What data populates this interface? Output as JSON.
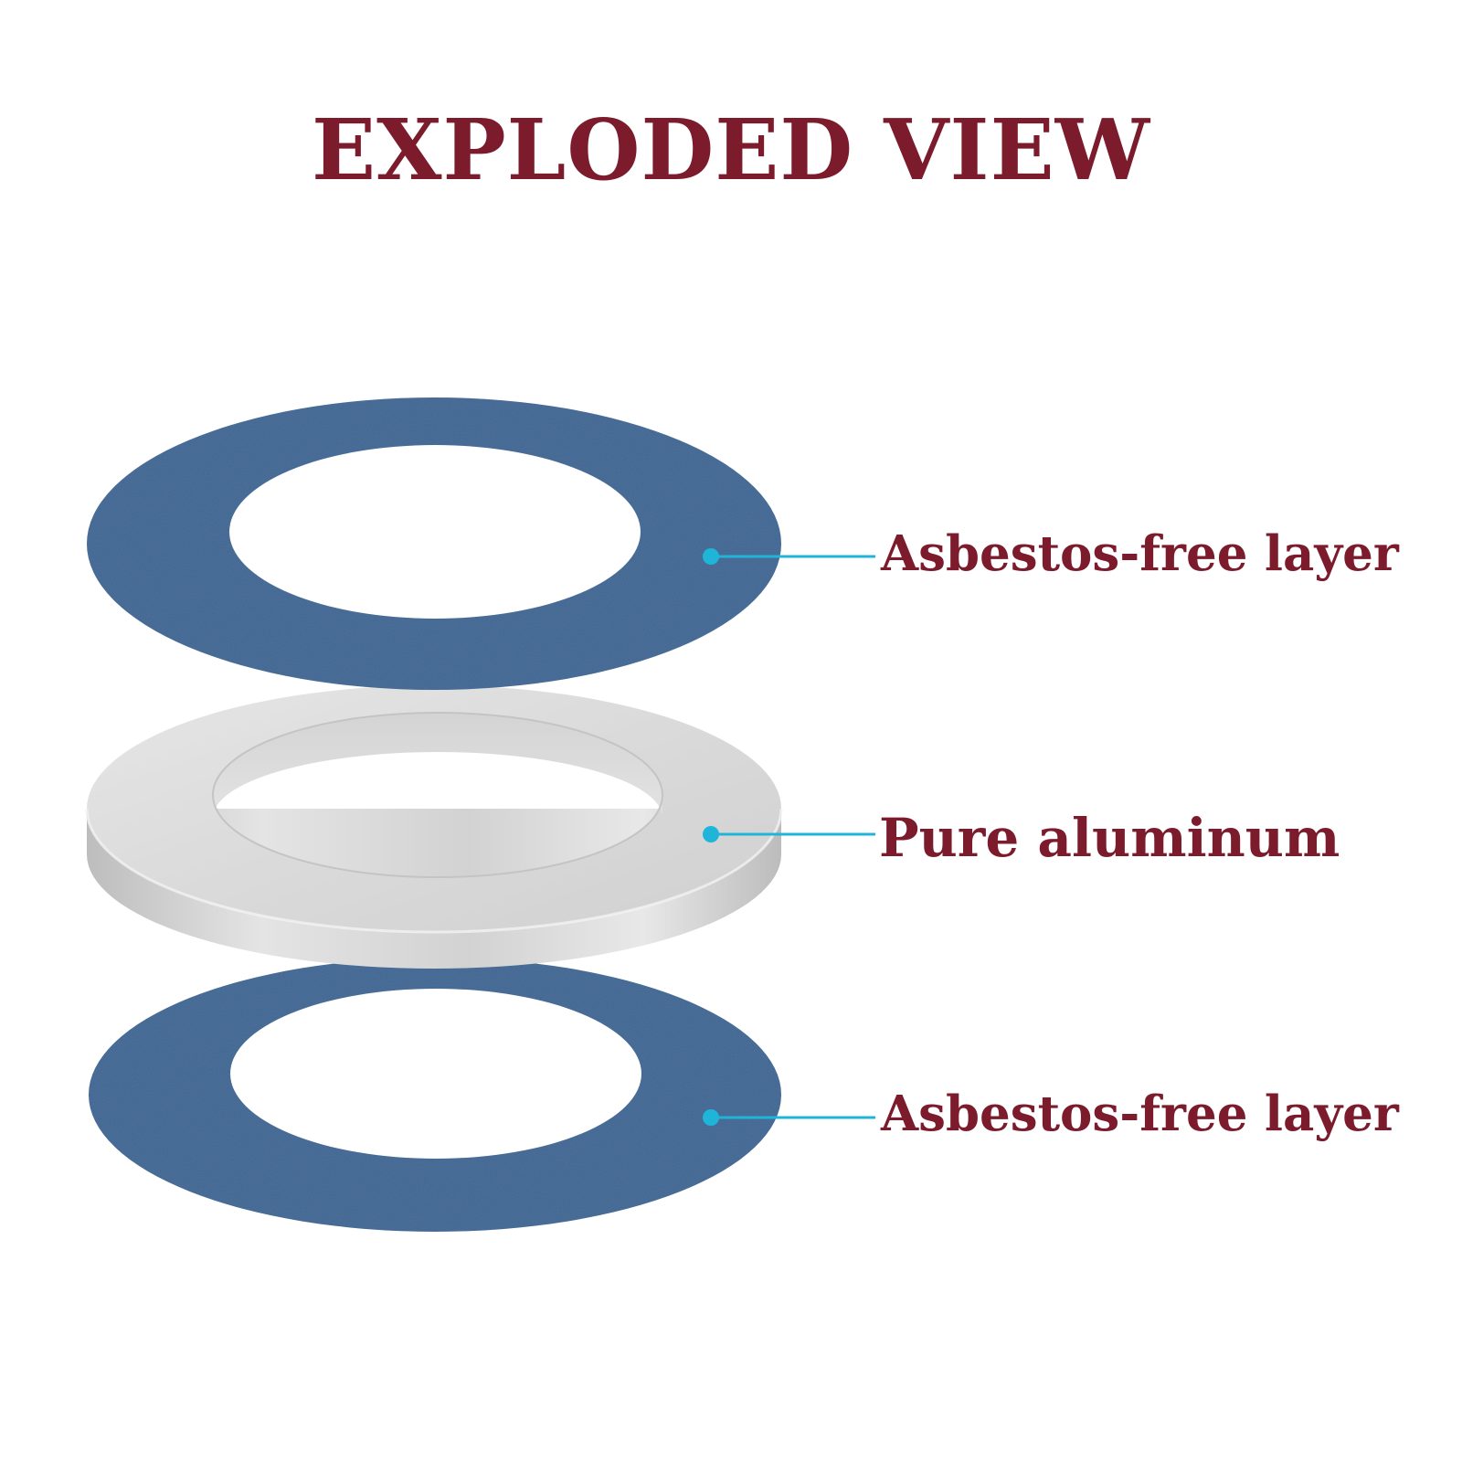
{
  "title": "EXPLODED VIEW",
  "colors": {
    "title": "#7c1b2b",
    "label": "#7c1b2b",
    "leader": "#1fb5d8",
    "gasket_blue": "#3d6592",
    "aluminum": "#dcdcdc"
  },
  "layers": [
    {
      "label": "Asbestos-free layer",
      "material": "gasket-blue"
    },
    {
      "label": "Pure aluminum",
      "material": "aluminum"
    },
    {
      "label": "Asbestos-free layer",
      "material": "gasket-blue"
    }
  ]
}
